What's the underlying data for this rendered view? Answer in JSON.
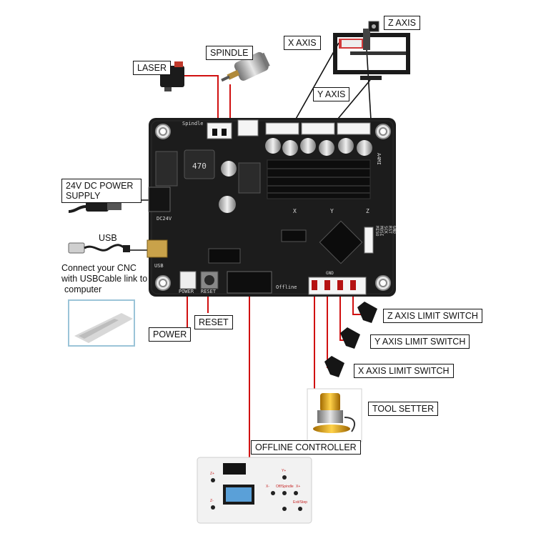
{
  "labels": {
    "z_axis": "Z AXIS",
    "x_axis": "X AXIS",
    "y_axis": "Y AXIS",
    "spindle": "SPINDLE",
    "laser": "LASER",
    "power_supply_line1": "24V DC POWER",
    "power_supply_line2": "SUPPLY",
    "usb": "USB",
    "connect_line1": "Connect your CNC",
    "connect_line2": "with USBCable link to",
    "connect_line3": "computer",
    "power": "POWER",
    "reset": "RESET",
    "z_limit": "Z AXIS LIMIT SWITCH",
    "y_limit": "Y AXIS LIMIT SWITCH",
    "x_limit": "X AXIS LIMIT SWITCH",
    "tool_setter": "TOOL SETTER",
    "offline_controller": "OFFLINE CONTROLLER"
  },
  "board_silkscreen": {
    "spindle": "Spindle",
    "dc24v": "DC24V",
    "usb": "USB",
    "power": "POWER",
    "reset": "RESET",
    "offline": "Offline",
    "inductor": "470",
    "x": "X",
    "y": "Y",
    "z": "Z",
    "gnd": "GND",
    "brand": "A4MI",
    "pins": [
      "MISO",
      "MOSI",
      "SCK",
      "RST",
      "GND"
    ]
  },
  "controller_buttons": [
    "Z+",
    "Y+",
    "X-",
    "Off/Spindle",
    "X+",
    "Z-",
    "Exit/Step"
  ],
  "colors": {
    "board": "#1c1c1c",
    "connector": "#f5f5f5",
    "line_red": "#d01010",
    "line_gray": "#8a8a8a",
    "heatsink": "#111111"
  }
}
